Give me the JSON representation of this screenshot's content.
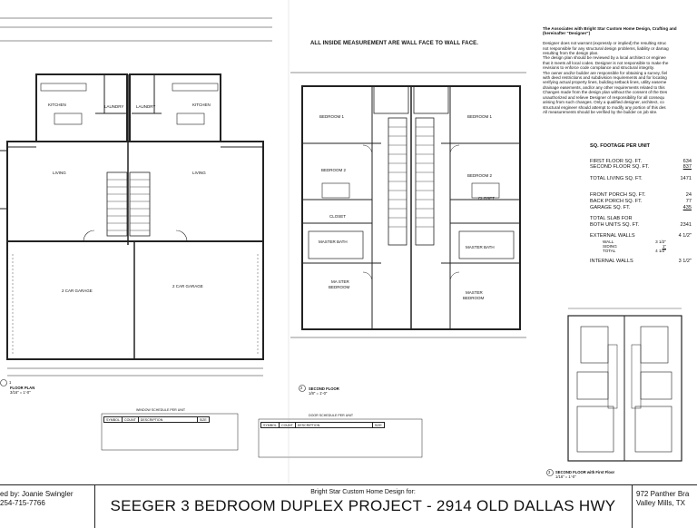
{
  "header_note": "ALL INSIDE MEASUREMENT ARE WALL FACE TO WALL FACE.",
  "notes": [
    "The Associates with Bright Star Custom Home Design, Crafting and",
    "(hereinafter \"Designer\")",
    "",
    "Designer does not warrant (expressly or implied) the resulting struc",
    "not responsible for any structural design problems, liability or damag",
    "resulting from the design plan.",
    "The design plan should be reviewed by a local architect or enginee",
    "that it meets all local codes. Designer is not responsible to make the",
    "revisions to enforce code compliance and structural integrity.",
    "The owner and/or builder are responsible for obtaining a survey, fiel",
    "with deed restrictions and subdivision requirements and for locating",
    "verifying actual property lines, building setback lines, utility easeme",
    "drainage easements, and/or any other requirements related to this",
    "Changes made from the design plan without the consent of the Des",
    "unauthorized and relieve Designer of responsibility for all consequ",
    "arising from such changes. Only a qualified designer, architect, co",
    "structural engineer should attempt to modify any portion of this des",
    "All measurements should be verified by the builder on job site."
  ],
  "sqft": {
    "title": "SQ. FOOTAGE PER UNIT",
    "first_floor_label": "FIRST FLOOR SQ. FT.",
    "first_floor_value": "634",
    "second_floor_label": "SECOND FLOOR SQ. FT.",
    "second_floor_value": "837",
    "total_living_label": "TOTAL LIVING SQ. FT.",
    "total_living_value": "1471",
    "front_porch_label": "FRONT PORCH SQ. FT.",
    "front_porch_value": "24",
    "back_porch_label": "BACK PORCH SQ. FT.",
    "back_porch_value": "77",
    "garage_label": "GARAGE SQ. FT.",
    "garage_value": "435",
    "slab_label_1": "TOTAL SLAB FOR",
    "slab_label_2": "BOTH UNITS SQ. FT.",
    "slab_value": "2341",
    "ext_walls_label": "EXTERNAL WALLS",
    "ext_walls_value": "4 1/2\"",
    "wall_label": "WALL",
    "wall_value": "3 1/2\"",
    "siding_label": "SIDING",
    "siding_value": "1\"",
    "total_label": "TOTAL",
    "total_value": "4 1/2\"",
    "int_walls_label": "INTERNAL WALLS",
    "int_walls_value": "3 1/2\""
  },
  "rooms": {
    "kitchen": "KITCHEN",
    "laundry": "LAUNDRY",
    "living": "LIVING",
    "garage": "2 CAR GARAGE",
    "bedroom1": "BEDROOM 1",
    "bedroom2": "BEDROOM 2",
    "master_bath": "MASTER BATH",
    "master_bedroom_1": "MASTER",
    "master_bedroom_2": "BEDROOM",
    "closet": "CLOSET",
    "master_bedroom_left_1": "MA STER",
    "master_bedroom_left_2": "BEDROOM"
  },
  "plan_labels": {
    "first_floor": "FLOOR PLAN",
    "first_scale": "3/16\" = 1'-0\"",
    "second_floor": "SECOND FLOOR",
    "second_scale": "1/8\" = 1'-0\"",
    "inset": "SECOND FLOOR with First Floor",
    "inset_scale": "1/16\" = 1'-0\"",
    "num1": "1",
    "num2": "2",
    "num3": "3"
  },
  "schedules": {
    "window_title": "WINDOW SCHEDULE PER UNIT",
    "window_header": [
      "SYMBOL",
      "COUNT",
      "DESCRIPTION",
      "SIZE"
    ],
    "door_title": "DOOR SCHEDULE PER UNIT",
    "door_header": [
      "SYMBOL",
      "COUNT",
      "DESCRIPTION",
      "SIZE"
    ]
  },
  "title_block": {
    "left_line1": "ed by: Joanie Swingler",
    "left_line2": "254-715-7766",
    "mid_sub": "Bright Star Custom Home Design for:",
    "mid_main": "SEEGER 3 BEDROOM DUPLEX PROJECT - 2914 OLD DALLAS HWY",
    "right_line1": "972 Panther Bra",
    "right_line2": "Valley Mills, TX"
  },
  "colors": {
    "line": "#222222",
    "paper": "#ffffff"
  }
}
